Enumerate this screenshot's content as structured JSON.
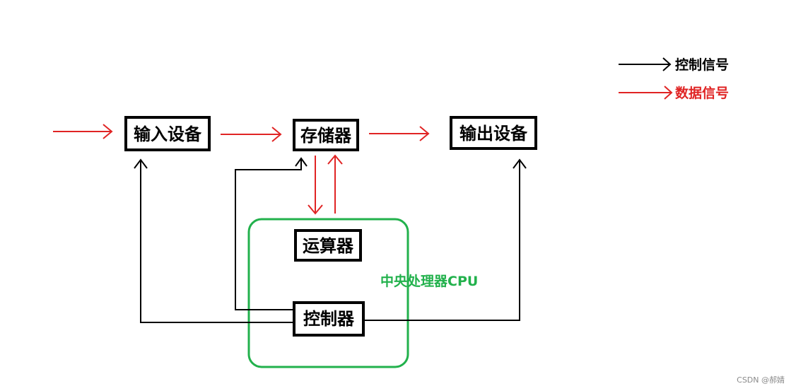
{
  "colors": {
    "control": "#000000",
    "data": "#e02424",
    "cpu": "#22b14c",
    "box_border": "#000000",
    "watermark": "#8a8a8a"
  },
  "legend": {
    "control_label": "控制信号",
    "data_label": "数据信号"
  },
  "boxes": {
    "input": "输入设备",
    "memory": "存储器",
    "output": "输出设备",
    "alu": "运算器",
    "controller": "控制器"
  },
  "cpu_label": "中央处理器CPU",
  "watermark": "CSDN @郝婧"
}
